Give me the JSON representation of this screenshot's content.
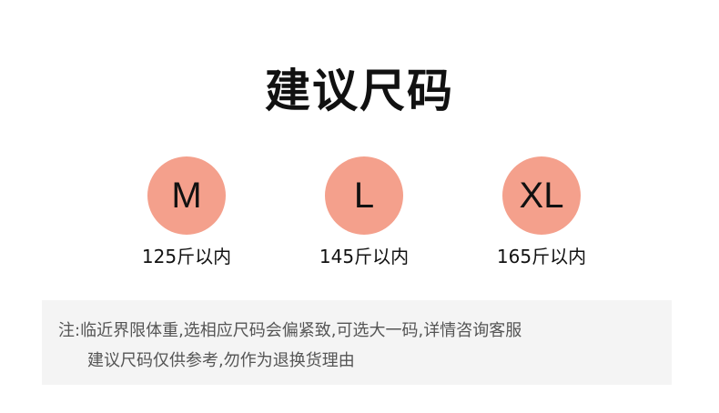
{
  "title": "建议尺码",
  "sizes": [
    {
      "label": "M",
      "weight": "125斤以内"
    },
    {
      "label": "L",
      "weight": "145斤以内"
    },
    {
      "label": "XL",
      "weight": "165斤以内"
    }
  ],
  "note": {
    "line1": "注:临近界限体重,选相应尺码会偏紧致,可选大一码,详情咨询客服",
    "line2": "建议尺码仅供参考,勿作为退换货理由"
  },
  "colors": {
    "circle": "#F4A08C",
    "note_bg": "#f4f4f4"
  }
}
